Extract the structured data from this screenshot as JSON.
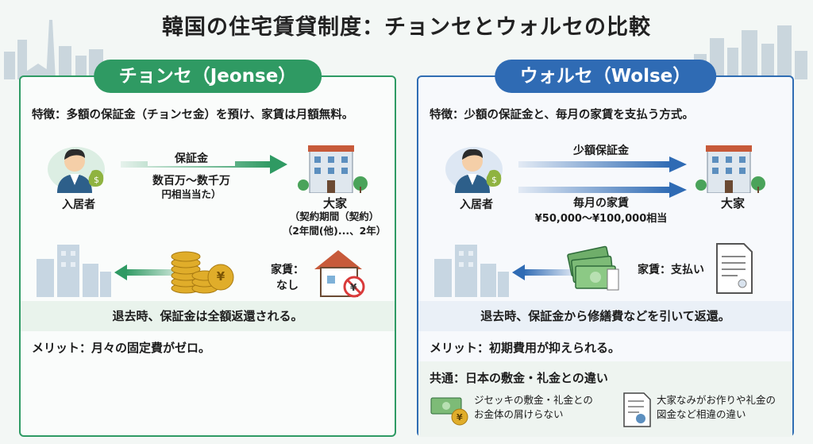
{
  "title": "韓国の住宅賃貸制度：チョンセとウォルセの比較",
  "jeonse": {
    "pill": "チョンセ（Jeonse）",
    "feature": "特徴：多額の保証金（チョンセ金）を預け、家賃は月額無料。",
    "tenant_label": "入居者",
    "deposit_title": "保証金",
    "deposit_amount": "数百万〜数千万",
    "deposit_note": "円相当当た）",
    "landlord_label": "大家",
    "contract_line1": "（契約期間（契約）",
    "contract_line2": "（2年間(他)...、2年）",
    "rent_line1": "家賃：",
    "rent_line2": "なし",
    "yen_symbol": "¥",
    "return_text": "退去時、保証金は全額返還される。",
    "merit": "メリット：月々の固定費がゼロ。"
  },
  "wolse": {
    "pill": "ウォルセ（Wolse）",
    "feature": "特徴：少額の保証金と、毎月の家賃を支払う方式。",
    "tenant_label": "入居者",
    "small_deposit": "少額保証金",
    "monthly_rent": "毎月の家賃",
    "rent_amount": "¥50,000〜¥100,000相当",
    "landlord_label": "大家",
    "payment_label": "家賃：支払い",
    "return_text": "退去時、保証金から修繕費などを引いて返還。",
    "merit": "メリット：初期費用が抑えられる。",
    "common_title": "共通：日本の敷金・礼金との違い",
    "note1_line1": "ジセッキの敷金・礼金との",
    "note1_line2": "お金体の屑けらない",
    "note2_line1": "大家なみがお作りや礼金の",
    "note2_line2": "図金など相違の違い"
  },
  "colors": {
    "green": "#2f9a63",
    "blue": "#2f6bb4",
    "gold": "#e0ad2a"
  }
}
